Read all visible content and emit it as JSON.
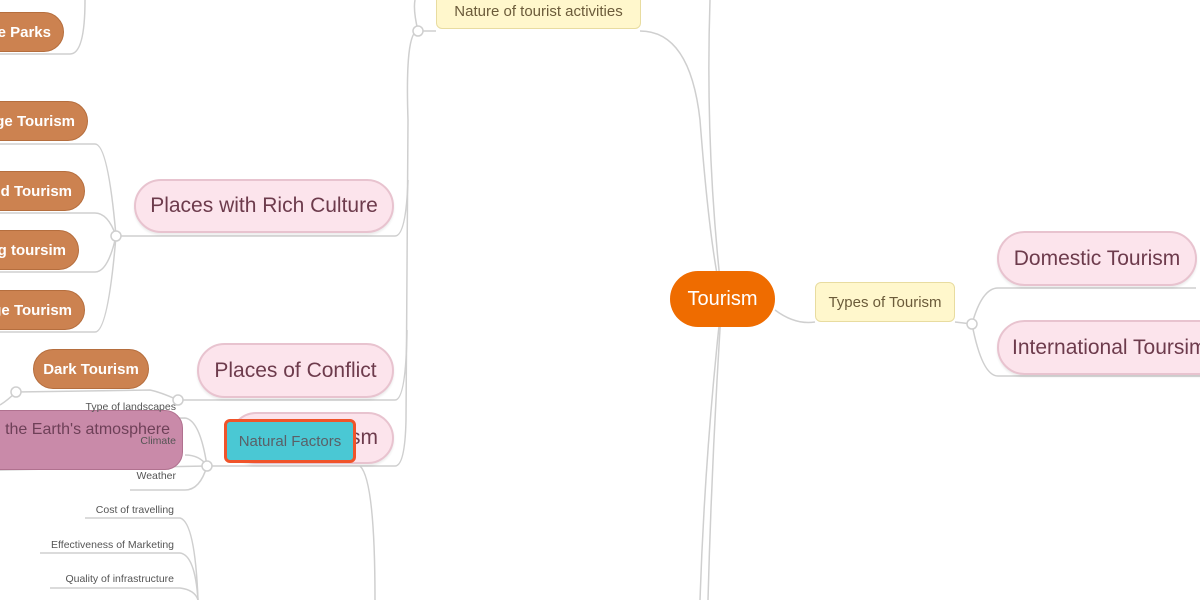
{
  "root": {
    "label": "Tourism"
  },
  "right": {
    "types": "Types of Tourism",
    "domestic": "Domestic Tourism",
    "international": "International Toursim"
  },
  "left": {
    "nature": "Nature of tourist activities",
    "rich_culture": "Places with Rich Culture",
    "conflict": "Places of Conflict",
    "ism_partial": "sm",
    "parks": "e Parks",
    "culture_children": [
      "ge Tourism",
      "ed Tourism",
      "g toursim",
      "ge Tourism"
    ],
    "dark": "Dark Tourism",
    "atmosphere": "d the Earth's atmosphere",
    "natural_factors": "Natural Factors",
    "natural_children": [
      "Type of landscapes",
      "Climate",
      "Weather"
    ],
    "other_factors": [
      "Cost of travelling",
      "Effectiveness of Marketing",
      "Quality of infrastructure"
    ]
  },
  "colors": {
    "root": "#ef6c00",
    "brown": "#cc8250",
    "pink": "#fce4ec",
    "yellow": "#fff7cc",
    "teal": "#4ac8d4",
    "selection": "#f0542a"
  }
}
